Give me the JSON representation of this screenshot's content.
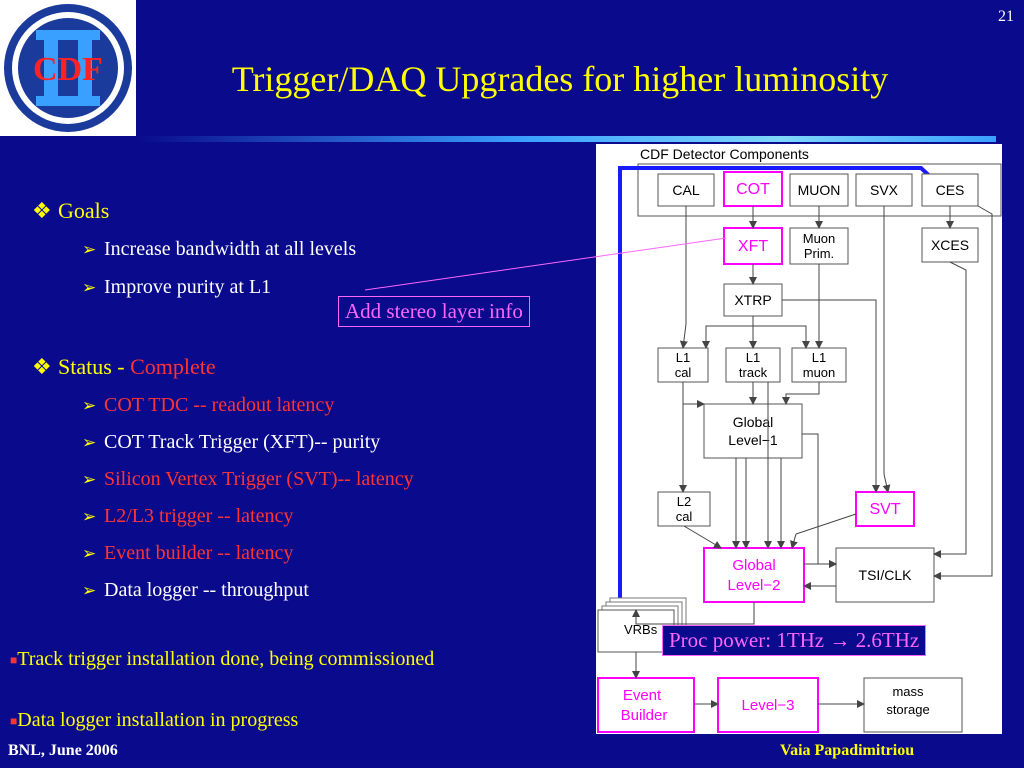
{
  "slide": {
    "page_number": "21",
    "title": "Trigger/DAQ Upgrades for higher luminosity",
    "logo_text": "CDF"
  },
  "goals": {
    "heading": "Goals",
    "items": [
      "Increase bandwidth at all levels",
      "Improve purity at L1"
    ]
  },
  "status": {
    "heading": "Status",
    "separator": " - ",
    "value": "Complete",
    "items": [
      "COT TDC -- readout latency",
      "COT Track Trigger (XFT)-- purity",
      "Silicon Vertex Trigger (SVT)-- latency",
      "L2/L3 trigger  -- latency",
      "Event builder -- latency",
      "Data logger -- throughput"
    ]
  },
  "notes": {
    "track_trigger": "Track trigger installation done, being commissioned",
    "data_logger": "Data logger installation in progress",
    "stereo": "Add stereo layer info",
    "proc_power_label": "Proc power: ",
    "proc_power_from": "1THz",
    "proc_power_arrow": " → ",
    "proc_power_to": "2.6THz"
  },
  "diagram": {
    "title": "CDF Detector Components",
    "components": [
      "CAL",
      "COT",
      "MUON",
      "SVX",
      "CES"
    ],
    "xft": "XFT",
    "muon_prim": [
      "Muon",
      "Prim."
    ],
    "xces": "XCES",
    "xtrp": "XTRP",
    "l1_cal": [
      "L1",
      "cal"
    ],
    "l1_track": [
      "L1",
      "track"
    ],
    "l1_muon": [
      "L1",
      "muon"
    ],
    "global_l1": [
      "Global",
      "Level−1"
    ],
    "l2_cal": [
      "L2",
      "cal"
    ],
    "svt": "SVT",
    "global_l2": [
      "Global",
      "Level−2"
    ],
    "tsi_clk": "TSI/CLK",
    "vrbs": "VRBs",
    "event_builder": [
      "Event",
      "Builder"
    ],
    "level3": "Level−3",
    "mass_storage": [
      "mass",
      "storage"
    ]
  },
  "footer": {
    "left": "BNL, June 2006",
    "right": "Vaia Papadimitriou"
  },
  "colors": {
    "background": "#0a0a8c",
    "title": "#ffff00",
    "highlight": "#ff3333",
    "magenta": "#ff00ff"
  }
}
